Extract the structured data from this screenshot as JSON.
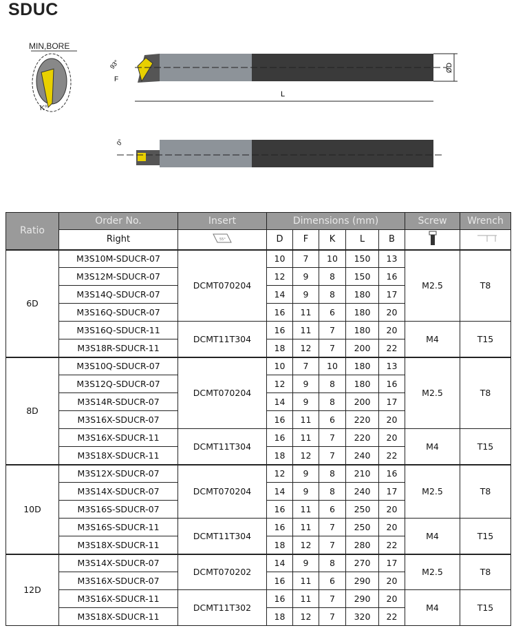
{
  "title": "SDUC",
  "drawing": {
    "min_bore_label": "MIN,BORE",
    "angle_93": "93°",
    "f_label": "F",
    "l_label": "L",
    "od_label": "ØD",
    "k_label": "K°",
    "angle_0": "0°"
  },
  "table": {
    "headers": {
      "ratio": "Ratio",
      "order_no": "Order No.",
      "insert": "Insert",
      "dimensions": "Dimensions (mm)",
      "screw": "Screw",
      "wrench": "Wrench"
    },
    "subheaders": {
      "right": "Right",
      "insert_angle": "55°",
      "d": "D",
      "f": "F",
      "k": "K",
      "l": "L",
      "b": "B"
    },
    "groups": [
      {
        "ratio": "6D",
        "rows": [
          [
            "M3S10M-SDUCR-07",
            "10",
            "7",
            "10",
            "150",
            "13"
          ],
          [
            "M3S12M-SDUCR-07",
            "12",
            "9",
            "8",
            "150",
            "16"
          ],
          [
            "M3S14Q-SDUCR-07",
            "14",
            "9",
            "8",
            "180",
            "17"
          ],
          [
            "M3S16Q-SDUCR-07",
            "16",
            "11",
            "6",
            "180",
            "20"
          ],
          [
            "M3S16Q-SDUCR-11",
            "16",
            "11",
            "7",
            "180",
            "20"
          ],
          [
            "M3S18R-SDUCR-11",
            "18",
            "12",
            "7",
            "200",
            "22"
          ]
        ],
        "spans": [
          {
            "n": 4,
            "insert": "DCMT070204",
            "screw": "M2.5",
            "wrench": "T8"
          },
          {
            "n": 2,
            "insert": "DCMT11T304",
            "screw": "M4",
            "wrench": "T15"
          }
        ]
      },
      {
        "ratio": "8D",
        "rows": [
          [
            "M3S10Q-SDUCR-07",
            "10",
            "7",
            "10",
            "180",
            "13"
          ],
          [
            "M3S12Q-SDUCR-07",
            "12",
            "9",
            "8",
            "180",
            "16"
          ],
          [
            "M3S14R-SDUCR-07",
            "14",
            "9",
            "8",
            "200",
            "17"
          ],
          [
            "M3S16X-SDUCR-07",
            "16",
            "11",
            "6",
            "220",
            "20"
          ],
          [
            "M3S16X-SDUCR-11",
            "16",
            "11",
            "7",
            "220",
            "20"
          ],
          [
            "M3S18X-SDUCR-11",
            "18",
            "12",
            "7",
            "240",
            "22"
          ]
        ],
        "spans": [
          {
            "n": 4,
            "insert": "DCMT070204",
            "screw": "M2.5",
            "wrench": "T8"
          },
          {
            "n": 2,
            "insert": "DCMT11T304",
            "screw": "M4",
            "wrench": "T15"
          }
        ]
      },
      {
        "ratio": "10D",
        "rows": [
          [
            "M3S12X-SDUCR-07",
            "12",
            "9",
            "8",
            "210",
            "16"
          ],
          [
            "M3S14X-SDUCR-07",
            "14",
            "9",
            "8",
            "240",
            "17"
          ],
          [
            "M3S16S-SDUCR-07",
            "16",
            "11",
            "6",
            "250",
            "20"
          ],
          [
            "M3S16S-SDUCR-11",
            "16",
            "11",
            "7",
            "250",
            "20"
          ],
          [
            "M3S18X-SDUCR-11",
            "18",
            "12",
            "7",
            "280",
            "22"
          ]
        ],
        "spans": [
          {
            "n": 3,
            "insert": "DCMT070204",
            "screw": "M2.5",
            "wrench": "T8"
          },
          {
            "n": 2,
            "insert": "DCMT11T304",
            "screw": "M4",
            "wrench": "T15"
          }
        ]
      },
      {
        "ratio": "12D",
        "rows": [
          [
            "M3S14X-SDUCR-07",
            "14",
            "9",
            "8",
            "270",
            "17"
          ],
          [
            "M3S16X-SDUCR-07",
            "16",
            "11",
            "6",
            "290",
            "20"
          ],
          [
            "M3S16X-SDUCR-11",
            "16",
            "11",
            "7",
            "290",
            "20"
          ],
          [
            "M3S18X-SDUCR-11",
            "18",
            "12",
            "7",
            "320",
            "22"
          ]
        ],
        "spans": [
          {
            "n": 2,
            "insert": "DCMT070202",
            "screw": "M2.5",
            "wrench": "T8"
          },
          {
            "n": 2,
            "insert": "DCMT11T302",
            "screw": "M4",
            "wrench": "T15"
          }
        ]
      }
    ]
  }
}
